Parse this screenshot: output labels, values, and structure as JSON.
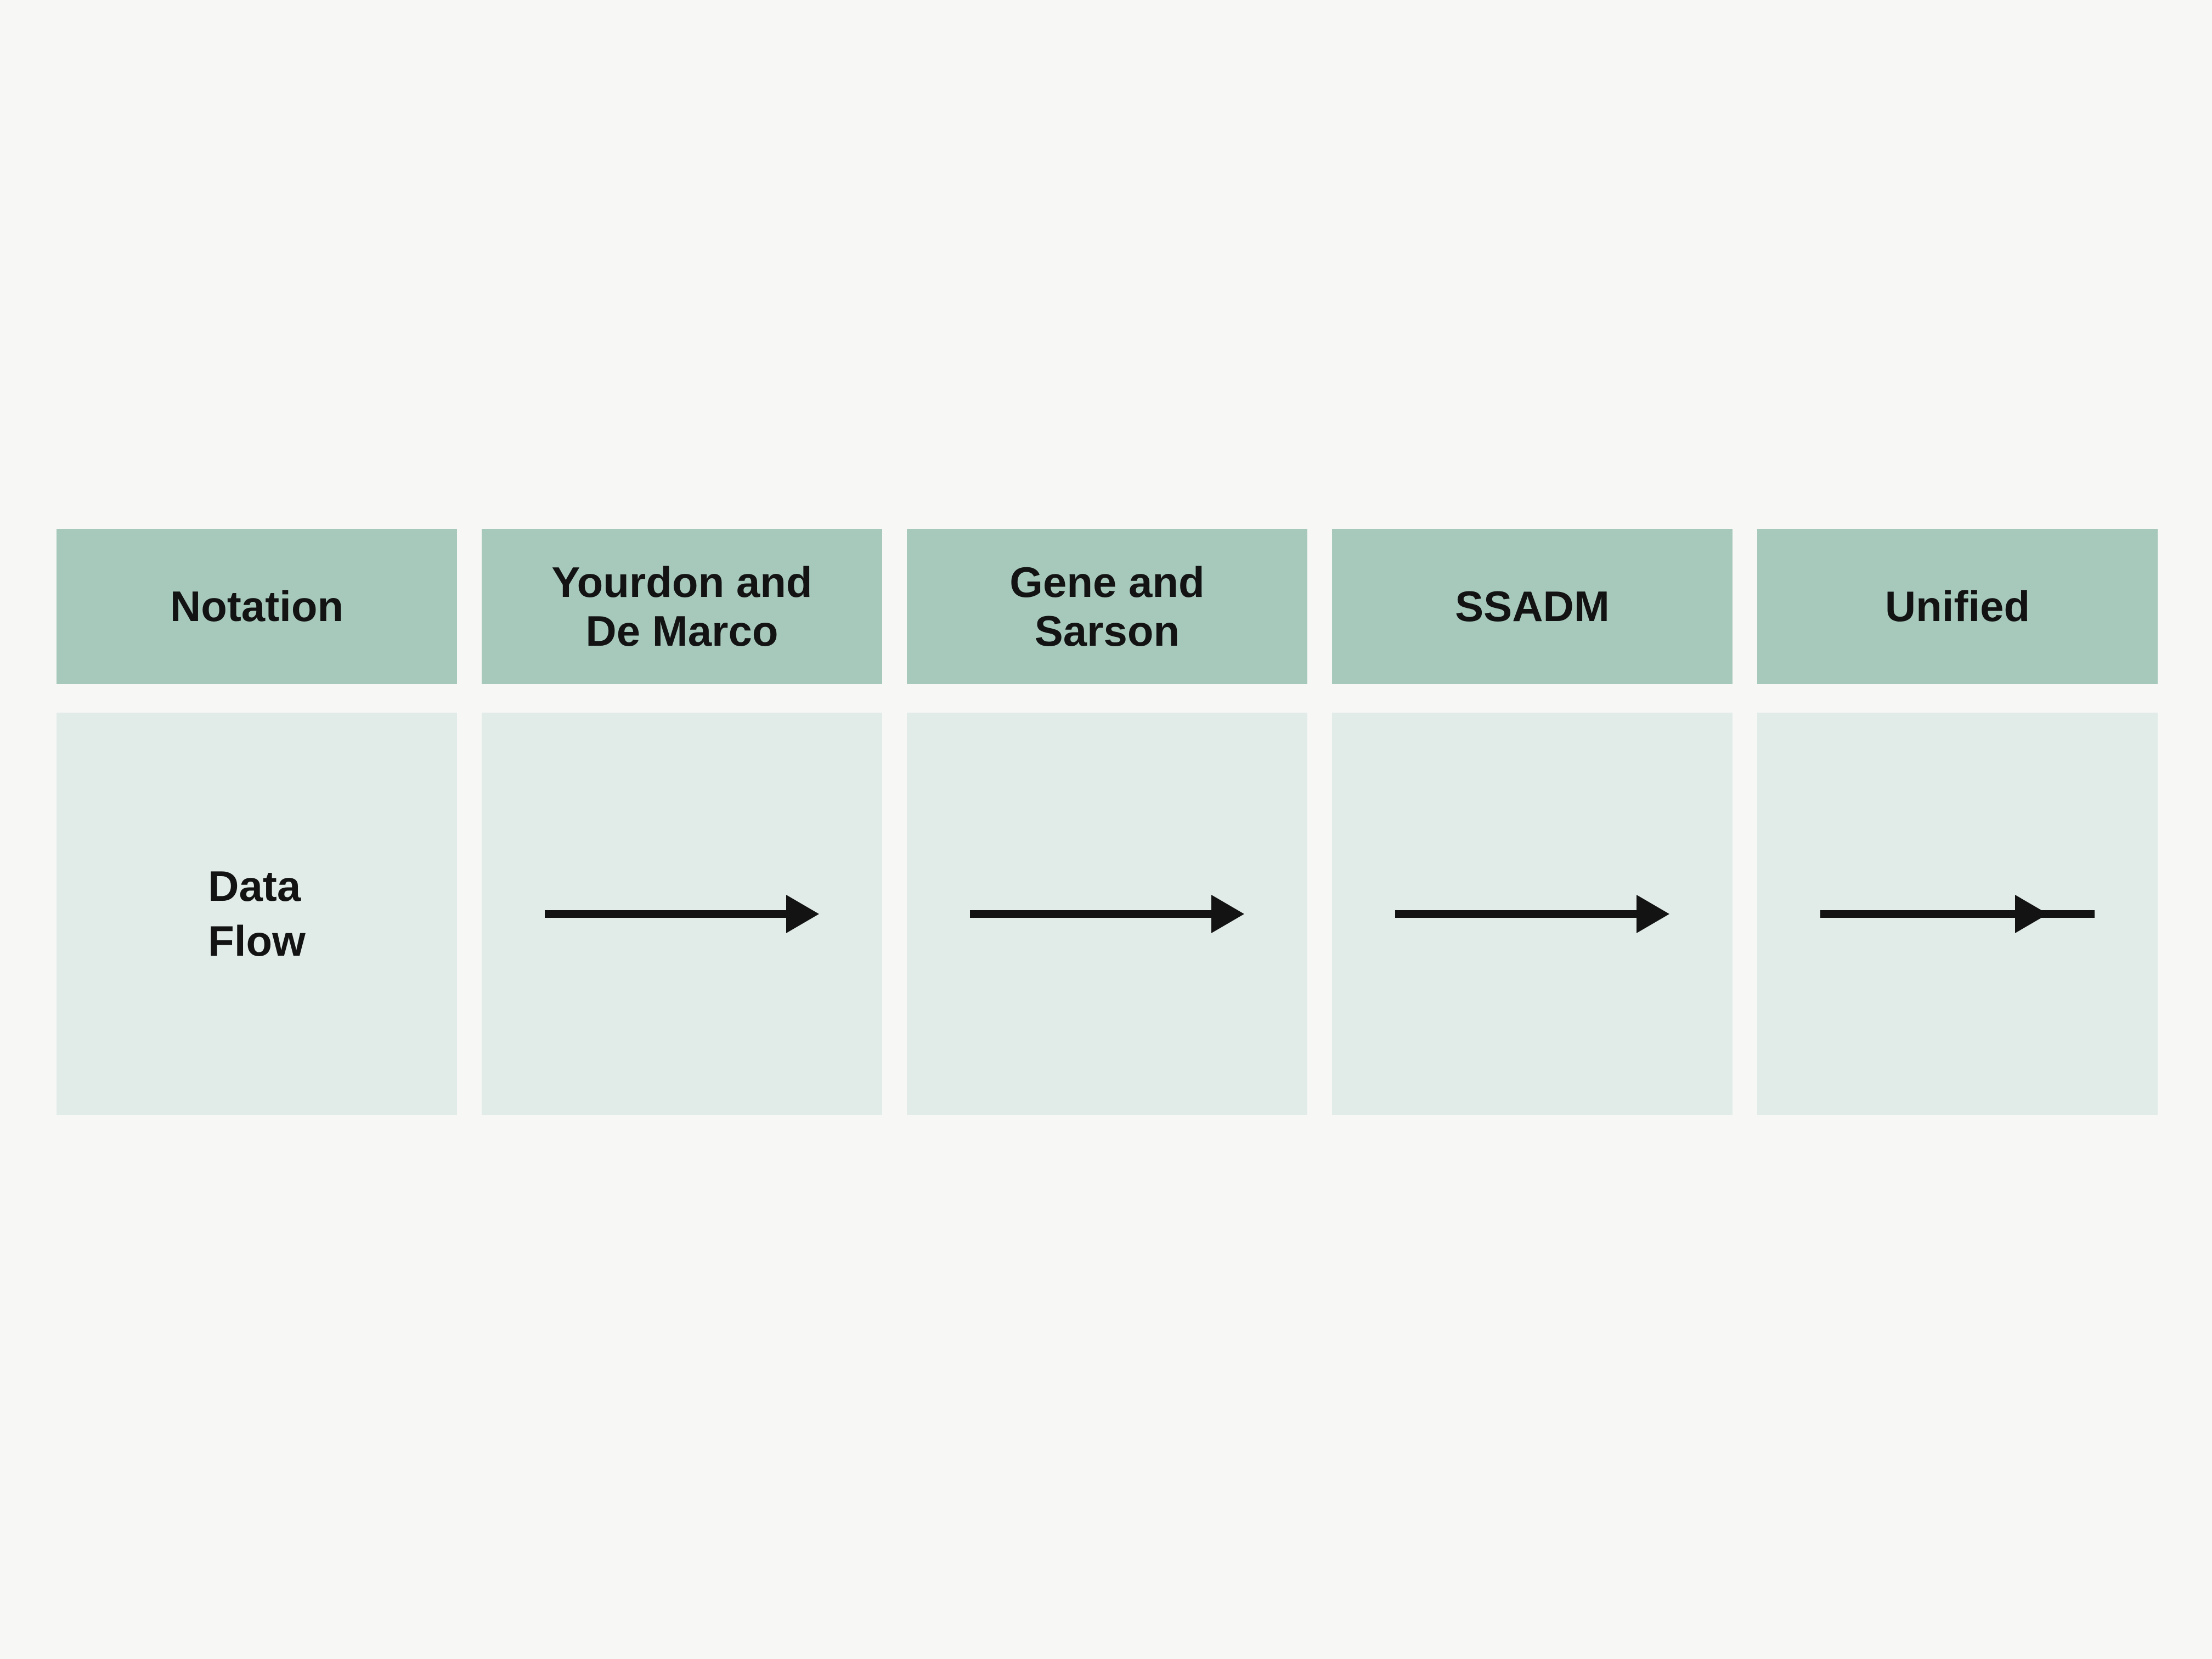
{
  "table": {
    "headers": [
      {
        "label": "Notation"
      },
      {
        "label": "Yourdon and\nDe Marco"
      },
      {
        "label": "Gene and\nSarson"
      },
      {
        "label": "SSADM"
      },
      {
        "label": "Unified"
      }
    ],
    "row": {
      "label": "Data\nFlow",
      "cells": [
        {
          "column": "Yourdon and De Marco",
          "symbol": "right-arrow"
        },
        {
          "column": "Gene and Sarson",
          "symbol": "right-arrow"
        },
        {
          "column": "SSADM",
          "symbol": "right-arrow"
        },
        {
          "column": "Unified",
          "symbol": "right-arrow-line-past-head"
        }
      ]
    }
  },
  "colors": {
    "page_background": "#f7f7f6",
    "header_cell_background": "#a7c9bc",
    "body_cell_background": "#e1ece8",
    "text_and_arrows": "#131313"
  }
}
